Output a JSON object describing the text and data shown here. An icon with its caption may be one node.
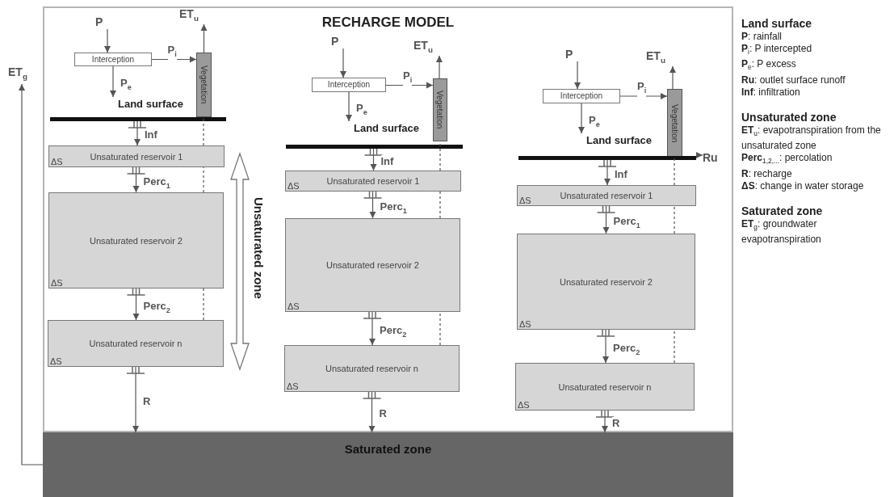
{
  "diagram": {
    "nodes": [
      {
        "text": [
          "RECHARGE MODEL"
        ]
      },
      {
        "text": [
          "P"
        ],
        "in": 0
      },
      {
        "text": [
          "ET$_{u}$"
        ],
        "in": 0
      },
      {
        "text": [
          "Interception"
        ],
        "in": 0
      },
      {
        "text": [
          "Vegetation"
        ],
        "in": 0
      },
      {
        "text": [
          "Land surface"
        ],
        "in": 0
      },
      {
        "text": [
          "Unsaturated reservoir 1",
          "ΔS"
        ],
        "in": 0
      },
      {
        "text": [
          "Unsaturated reservoir 2",
          "ΔS"
        ],
        "in": 0
      },
      {
        "text": [
          "Unsaturated reservoir n",
          "ΔS"
        ],
        "in": 0
      },
      {
        "text": [
          "P"
        ],
        "in": 0
      },
      {
        "text": [
          "ET$_{u}$"
        ],
        "in": 0
      },
      {
        "text": [
          "Interception"
        ],
        "in": 0
      },
      {
        "text": [
          "Vegetation"
        ],
        "in": 0
      },
      {
        "text": [
          "Land surface"
        ],
        "in": 0
      },
      {
        "text": [
          "Unsaturated reservoir 1",
          "ΔS"
        ],
        "in": 0
      },
      {
        "text": [
          "Unsaturated reservoir 2",
          "ΔS"
        ],
        "in": 0
      },
      {
        "text": [
          "Unsaturated reservoir n",
          "ΔS"
        ],
        "in": 0
      },
      {
        "text": [
          "P"
        ],
        "in": 0
      },
      {
        "text": [
          "ET$_{u}$"
        ],
        "in": 0
      },
      {
        "text": [
          "Interception"
        ],
        "in": 0
      },
      {
        "text": [
          "Vegetation"
        ],
        "in": 0
      },
      {
        "text": [
          "Land surface"
        ],
        "in": 0
      },
      {
        "text": [
          "Unsaturated reservoir 1",
          "ΔS"
        ],
        "in": 0
      },
      {
        "text": [
          "Unsaturated reservoir 2",
          "ΔS"
        ],
        "in": 0
      },
      {
        "text": [
          "Unsaturated reservoir n",
          "ΔS"
        ],
        "in": 0
      },
      {
        "text": [
          "Ru"
        ],
        "in": 0
      },
      {
        "text": [
          "ET$_{g}$"
        ]
      },
      {
        "text": [
          "Saturated zone"
        ]
      }
    ],
    "edges": [
      {
        "from": 1,
        "to": 3,
        "arrow": "to"
      },
      {
        "from": 3,
        "to": 4,
        "arrow": "to",
        "label": "P$_{i}$"
      },
      {
        "from": 3,
        "to": 5,
        "arrow": "to",
        "label": "P$_{e}$"
      },
      {
        "from": 4,
        "to": 2,
        "arrow": "to"
      },
      {
        "from": 8,
        "to": 7,
        "arrow": "none",
        "style": "dashed"
      },
      {
        "from": 7,
        "to": 6,
        "arrow": "none",
        "style": "dashed"
      },
      {
        "from": 6,
        "to": 4,
        "arrow": "none",
        "style": "dashed"
      },
      {
        "from": 5,
        "to": 6,
        "arrow": "to",
        "label": "Inf"
      },
      {
        "from": 6,
        "to": 7,
        "arrow": "to",
        "label": "Perc$_{1}$"
      },
      {
        "from": 7,
        "to": 8,
        "arrow": "to",
        "label": "Perc$_{2}$"
      },
      {
        "from": 8,
        "to": 27,
        "arrow": "to",
        "label": "R"
      },
      {
        "from": 9,
        "to": 11,
        "arrow": "to"
      },
      {
        "from": 11,
        "to": 12,
        "arrow": "to",
        "label": "P$_{i}$"
      },
      {
        "from": 11,
        "to": 13,
        "arrow": "to",
        "label": "P$_{e}$"
      },
      {
        "from": 12,
        "to": 10,
        "arrow": "to"
      },
      {
        "from": 16,
        "to": 15,
        "arrow": "none",
        "style": "dashed"
      },
      {
        "from": 15,
        "to": 14,
        "arrow": "none",
        "style": "dashed"
      },
      {
        "from": 14,
        "to": 12,
        "arrow": "none",
        "style": "dashed"
      },
      {
        "from": 13,
        "to": 14,
        "arrow": "to",
        "label": "Inf"
      },
      {
        "from": 14,
        "to": 15,
        "arrow": "to",
        "label": "Perc$_{1}$"
      },
      {
        "from": 15,
        "to": 16,
        "arrow": "to",
        "label": "Perc$_{2}$"
      },
      {
        "from": 16,
        "to": 27,
        "arrow": "to",
        "label": "R"
      },
      {
        "from": 17,
        "to": 19,
        "arrow": "to"
      },
      {
        "from": 19,
        "to": 20,
        "arrow": "to",
        "label": "P$_{i}$"
      },
      {
        "from": 19,
        "to": 21,
        "arrow": "to",
        "label": "P$_{e}$"
      },
      {
        "from": 20,
        "to": 18,
        "arrow": "to"
      },
      {
        "from": 24,
        "to": 23,
        "arrow": "none",
        "style": "dashed"
      },
      {
        "from": 23,
        "to": 22,
        "arrow": "none",
        "style": "dashed"
      },
      {
        "from": 22,
        "to": 20,
        "arrow": "none",
        "style": "dashed"
      },
      {
        "from": 21,
        "to": 22,
        "arrow": "to",
        "label": "Inf"
      },
      {
        "from": 22,
        "to": 23,
        "arrow": "to",
        "label": "Perc$_{1}$"
      },
      {
        "from": 23,
        "to": 24,
        "arrow": "to",
        "label": "Perc$_{2}$"
      },
      {
        "from": 24,
        "to": 27,
        "arrow": "to",
        "label": "R"
      },
      {
        "from": 21,
        "to": 25,
        "arrow": "to"
      },
      {
        "from": 27,
        "to": 26,
        "arrow": "to"
      },
      {
        "from": 6,
        "to": 8,
        "arrow": "both",
        "style": "thick"
      }
    ],
    "labels": [
      "Unsaturated zone",
      "Land surface",
      "**P**: rainfall",
      "**P**$_{i}$: P intercepted",
      "**P**$_{e}$: P excess",
      "**Ru**: outlet surface runoff",
      "**Inf**: infiltration",
      "Unsaturated zone",
      "**ET**$_{u}$: evapotranspiration from the unsaturated zone",
      "**Perc**$_{1,2,...}$: percolation",
      "**R**: recharge",
      "**ΔS**: change in water storage",
      "Saturated zone",
      "**ET**$_{g}$: groundwater evapotranspiration"
    ]
  }
}
